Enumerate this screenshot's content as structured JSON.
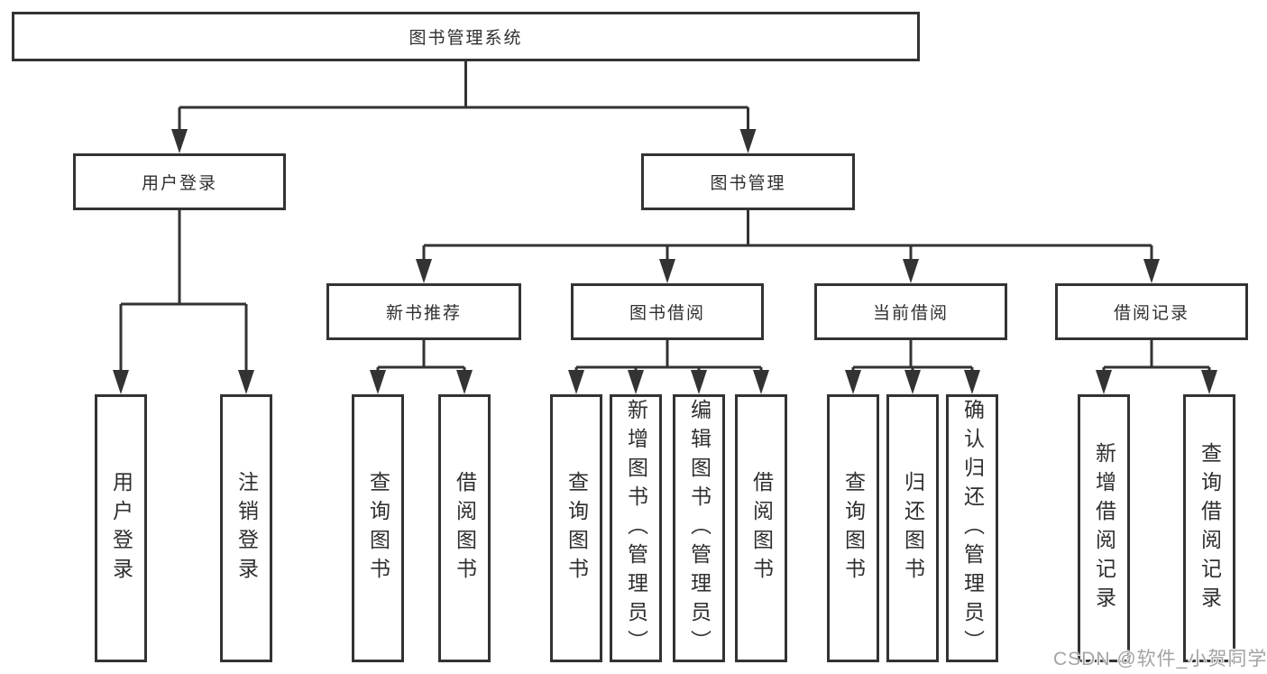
{
  "diagram": {
    "root": "图书管理系统",
    "level2": [
      "用户登录",
      "图书管理"
    ],
    "level3": [
      "新书推荐",
      "图书借阅",
      "当前借阅",
      "借阅记录"
    ],
    "leaves": {
      "user": [
        "用户登录",
        "注销登录"
      ],
      "recommend": [
        "查询图书",
        "借阅图书"
      ],
      "borrow": [
        "查询图书",
        "新增图书（管理员）",
        "编辑图书（管理员）",
        "借阅图书"
      ],
      "current": [
        "查询图书",
        "归还图书",
        "确认归还（管理员）"
      ],
      "records": [
        "新增借阅记录",
        "查询借阅记录"
      ]
    },
    "line_color": "#333333"
  },
  "watermark": "CSDN @软件_小贺同学"
}
